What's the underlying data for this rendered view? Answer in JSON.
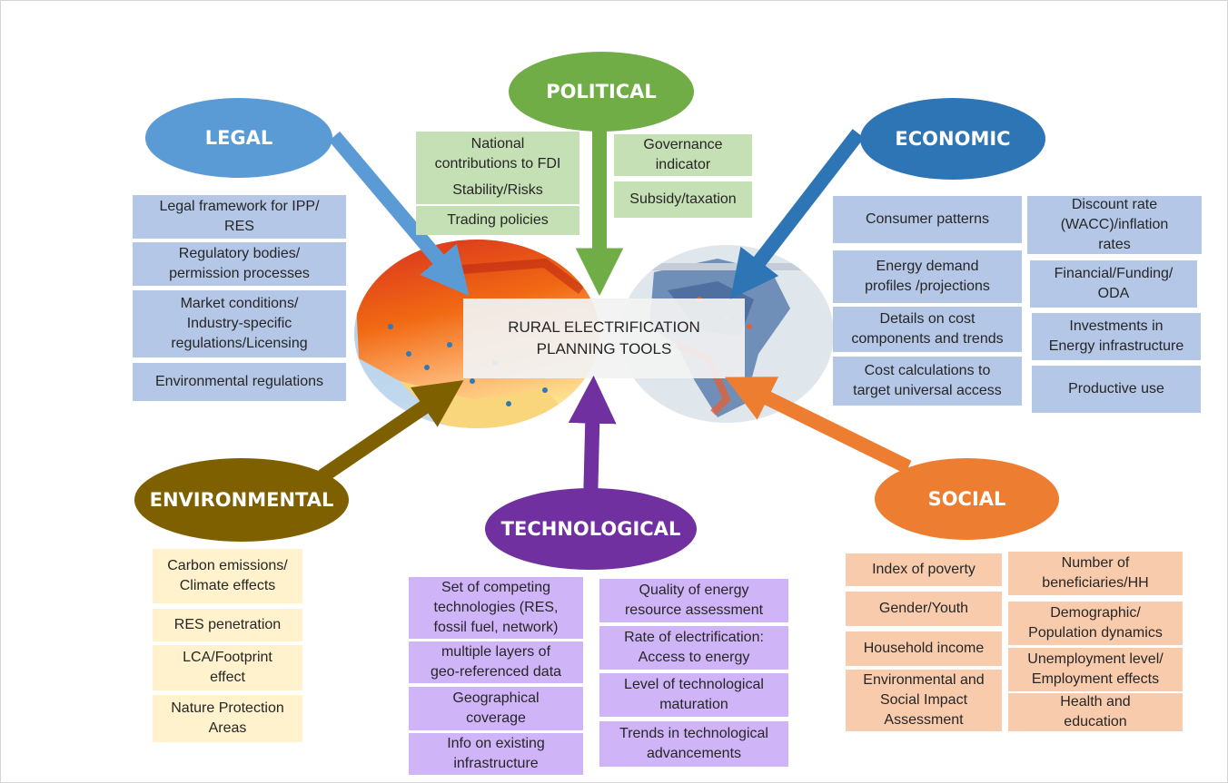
{
  "center": {
    "title": "RURAL ELECTRIFICATION\nPLANNING TOOLS"
  },
  "colors": {
    "legal": "#5b9bd5",
    "political": "#70ad47",
    "economic": "#2e75b6",
    "environmental": "#7f6000",
    "technological": "#7030a0",
    "social": "#ed7d31"
  },
  "categories": {
    "legal": {
      "label": "LEGAL",
      "items": [
        "Legal framework for IPP/\nRES",
        "Regulatory bodies/\npermission processes",
        "Market conditions/\nIndustry-specific\nregulations/Licensing",
        "Environmental regulations"
      ]
    },
    "political": {
      "label": "POLITICAL",
      "items": [
        "National\ncontributions to FDI",
        "Stability/Risks",
        "Trading policies",
        "Governance\nindicator",
        "Subsidy/taxation"
      ]
    },
    "economic": {
      "label": "ECONOMIC",
      "items": [
        "Consumer patterns",
        "Energy demand\nprofiles /projections",
        "Details on cost\ncomponents and trends",
        "Cost calculations to\ntarget universal access",
        "Discount rate\n(WACC)/inflation\nrates",
        "Financial/Funding/\nODA",
        "Investments in\nEnergy infrastructure",
        "Productive use"
      ]
    },
    "environmental": {
      "label": "ENVIRONMENTAL",
      "items": [
        "Carbon emissions/\nClimate effects",
        "RES penetration",
        "LCA/Footprint\neffect",
        "Nature Protection\nAreas"
      ]
    },
    "technological": {
      "label": "TECHNOLOGICAL",
      "items": [
        "Set of competing\ntechnologies (RES,\nfossil fuel, network)",
        "multiple layers of\ngeo-referenced data",
        "Geographical\ncoverage",
        "Info on existing\ninfrastructure",
        "Quality of energy\nresource assessment",
        "Rate of electrification:\nAccess to energy",
        "Level of technological\nmaturation",
        "Trends in technological\nadvancements"
      ]
    },
    "social": {
      "label": "SOCIAL",
      "items": [
        "Index of poverty",
        "Gender/Youth",
        "Household income",
        "Environmental and\nSocial Impact\nAssessment",
        "Number of\nbeneficiaries/HH",
        "Demographic/\nPopulation dynamics",
        "Unemployment level/\nEmployment effects",
        "Health and\neducation"
      ]
    }
  }
}
